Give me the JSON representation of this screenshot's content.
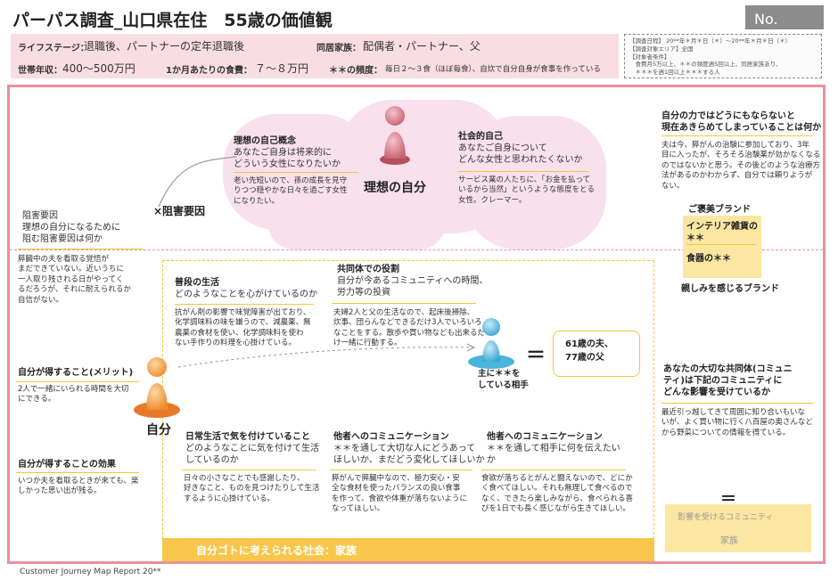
{
  "header": {
    "title": "パーパス調査_山口県在住　55歳の価値観",
    "no_label": "No.",
    "life_stage_label": "ライフステージ：",
    "life_stage_value": "退職後、パートナーの定年退職後",
    "family_label": "同居家族：",
    "family_value": "配偶者・パートナー、父",
    "income_label": "世帯年収：",
    "income_value": "400～500万円",
    "food_label": "1か月あたりの食費：",
    "food_value": "７～８万円",
    "freq_label": "＊＊の頻度：",
    "freq_value": "毎日２～３食（ほぼ毎食）、自炊で自分自身が食事を作っている"
  },
  "survey": {
    "line1": "【調査日程】 20**年＊月＊日（＊）～20**年＊月＊日（＊）",
    "line2": "【調査対象エリア】全国",
    "line3": "【対象者条件】",
    "line4": "　食費月5万以上、＊＊の頻度週5回以上、同居家族あり、",
    "line5": "　＊＊＊を週1回以上＊＊＊する人"
  },
  "ideal": {
    "center_label": "理想の自分",
    "concept_head": "理想の自己概念",
    "concept_sub": "あなたご自身は将来的に\nどういう女性になりたいか",
    "concept_body": "老い先短いので、孫の成長を見守\nりつつ穏やかな日々を過ごす女性\nになりたい。",
    "social_head": "社会的自己",
    "social_sub": "あなたご自身について\nどんな女性と思われたくないか",
    "social_body": "サービス業の人たちに、「お金を払って\nいるから当然」というような態度をとる\n女性。クレーマー。"
  },
  "obstacle": {
    "x_label": "×阻害要因",
    "head": "阻害要因",
    "sub": "理想の自分になるために\n阻む阻害要因は何か",
    "body": "膵臓中の夫を看取る覚悟が\nまだできていない。近いうちに\n一人取り残される日がやってく\nるだろうが、それに耐えられるか\n自信がない。"
  },
  "helpless": {
    "head": "自分の力ではどうにもならないと\n現在あきらめてしまっていることは何か",
    "body": "夫は今、膵がんの治験に参加しており、3年\n目に入ったが、そろそろ治験薬が効かなくなる\nのではないかと思う。その後どのような治療方\n法があるのかわからず、自分では頼りようが\nない。"
  },
  "brands": {
    "title": "ご褒美ブランド",
    "item1": "インテリア雑貨の\n＊＊",
    "item2": "食器の＊＊",
    "footer": "親しみを感じるブランド"
  },
  "self": {
    "label": "自分",
    "merit_head": "自分が得すること(メリット)",
    "merit_body": "2人で一緒にいられる時間を大切\nにできる。",
    "effect_head": "自分が得することの効果",
    "effect_body": "いつか夫を看取るときが来ても、楽\nしかった思い出が残る。"
  },
  "daily": {
    "head": "普段の生活",
    "sub": "どのようなことを心がけているのか",
    "body": "抗がん剤の影響で味覚障害が出ており、\n化学調味料の味を嫌うので、減農薬、無\n農薬の食材を使い、化学調味料を使わ\nない手作りの料理を心掛けている。"
  },
  "community": {
    "head": "共同体での役割",
    "sub": "自分が今あるコミュニティへの時間、\n労力等の投資",
    "body": "夫婦2人と父の生活なので、起床後掃除、\n炊事、団らんなどできるだけ3人でいろいろ\nなことをする。散歩や買い物なども出来るだ\nけ一緒に行動する。"
  },
  "partner": {
    "label": "主に＊＊を\nしている相手",
    "equals": "＝",
    "value": "61歳の夫、\n77歳の父"
  },
  "care": {
    "head": "日常生活で気を付けていること",
    "sub": "どのようなことに気を付けて生活\nしているのか",
    "body": "日々の小さなことでも感謝したり、\n好きなこと、ものを見つけたりして生活\nするように心掛けている。"
  },
  "comm1": {
    "head": "他者へのコミュニケーション",
    "sub": "＊＊を通して大切な人にどうあって\nほしいか、まだどう変化してほしいか",
    "body": "膵がんで膵臓中なので、極力安心・安\n全な食材を使ったバランスの良い食事\nを作って、食欲や体重が落ちないように\nなってほしい。"
  },
  "comm2": {
    "head": "他者へのコミュニケーション",
    "sub": "＊＊を通して相手に何を伝えたい\nか",
    "body": "食欲が落ちるとがんと闘えないので、どにか\nく食べてほしい。それも無理して食べるので\nなく、できたら楽しみながら、食べられる喜\nびを1日でも長く感じながら生きてほしい。"
  },
  "important": {
    "head": "あなたの大切な共同体(コミュニ\nティ)は下記のコミュニティに\nどんな影響を受けているか",
    "body": "最近引っ越してきて周囲に知り合いもいな\nいが、よく買い物に行く八百屋の奥さんなど\nから野菜についての情報を得ている。",
    "eq": "＝",
    "box_label": "影響を受けるコミュニティ",
    "box_value": "家族"
  },
  "society_bar": "自分ゴトに考えられる社会：家族",
  "footer": "Customer Journey Map Report 20**",
  "colors": {
    "accent_pink": "#e8909c",
    "accent_yellow": "#f7c64a",
    "person_red": "#d9808c",
    "person_orange": "#f5a03c",
    "person_blue": "#4db8dd"
  }
}
